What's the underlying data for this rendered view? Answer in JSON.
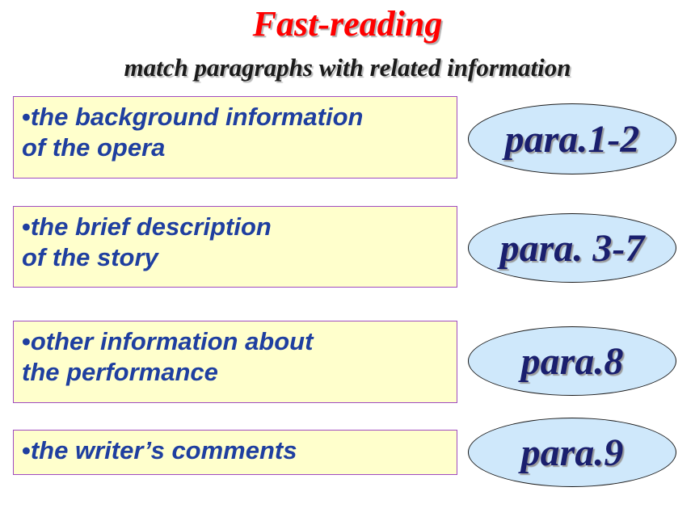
{
  "title": "Fast-reading",
  "subtitle": "match paragraphs with related information",
  "colors": {
    "title": "#ff0000",
    "box_background": "#ffffcc",
    "box_border": "#a04cc0",
    "box_text": "#1f3fa0",
    "oval_background": "#cfe8fb",
    "oval_text": "#1a1f6e"
  },
  "rows": [
    {
      "bullet": "•",
      "info": "the background information\nof the opera",
      "para": "para.1-2"
    },
    {
      "bullet": "•",
      "info": "the brief description\nof the story",
      "para": "para. 3-7"
    },
    {
      "bullet": "•",
      "info": "other information about\nthe performance",
      "para": "para.8"
    },
    {
      "bullet": "•",
      "info": "the writer’s comments",
      "para": "para.9"
    }
  ]
}
